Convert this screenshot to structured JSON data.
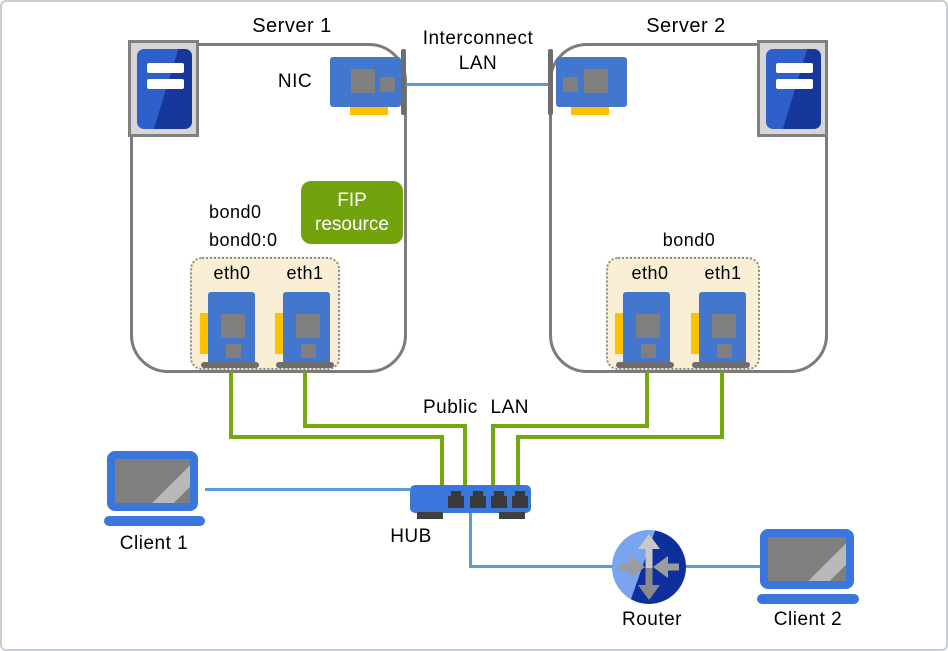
{
  "labels": {
    "server1_title": "Server 1",
    "server2_title": "Server 2",
    "interconnect_line1": "Interconnect",
    "interconnect_line2": "LAN",
    "nic": "NIC",
    "fip_line1": "FIP",
    "fip_line2": "resource",
    "server1_bond_line1": "bond0",
    "server1_bond_line2": "bond0:0",
    "server2_bond": "bond0",
    "server1_eth0": "eth0",
    "server1_eth1": "eth1",
    "server2_eth0": "eth0",
    "server2_eth1": "eth1",
    "public_lan": "Public LAN",
    "hub": "HUB",
    "client1": "Client 1",
    "client2": "Client 2",
    "router": "Router"
  },
  "colors": {
    "connection_green": "#76A70E",
    "connection_blue": "#5B9BD5",
    "fip_green": "#73A30C",
    "nic_card_blue": "#4377CE",
    "device_blue": "#3B76DD",
    "nic_tab_yellow": "#FFC000",
    "router_light_blue": "#79A4F0",
    "router_dark_blue": "#0D309C",
    "tower_light_blue": "#2E60CC",
    "tower_dark_blue": "#16389B",
    "border_gray": "#7C7C7C"
  }
}
